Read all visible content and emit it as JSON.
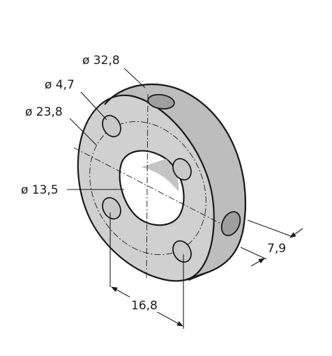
{
  "dimensions": {
    "outer_diameter": "ø 32,8",
    "hole_diameter": "ø 4,7",
    "bolt_circle_diameter": "ø 23,8",
    "bore_diameter": "ø 13,5",
    "thickness": "7,9",
    "hole_spacing": "16,8"
  },
  "colors": {
    "body": "#d0d0d0",
    "side": "#bdbdbd",
    "grub_screw": "#9e9e9e",
    "line": "#1a1a1a"
  }
}
